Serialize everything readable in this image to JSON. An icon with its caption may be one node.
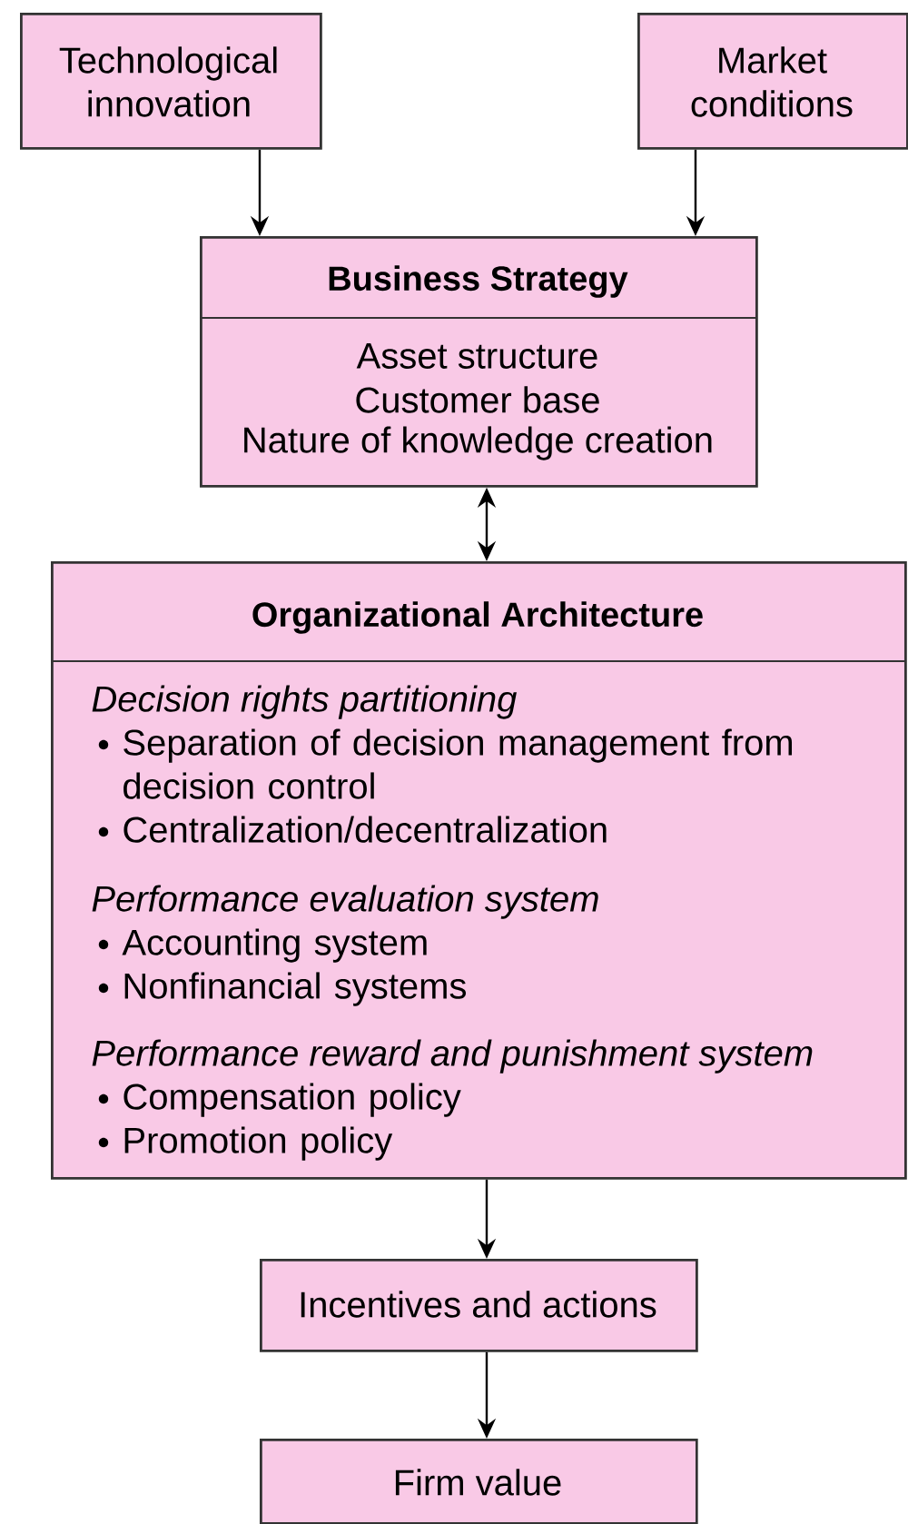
{
  "diagram": {
    "nodes": [
      {
        "text": [
          "Technological innovation"
        ]
      },
      {
        "text": [
          "Market conditions"
        ]
      },
      {
        "text": [
          "Business Strategy",
          "Asset structure",
          "Customer base",
          "Nature of knowledge creation"
        ]
      },
      {
        "text": [
          "Organizational Architecture",
          "Decision rights partitioning",
          "Separation of decision management from decision control",
          "Centralization/decentralization",
          "Performance evaluation system",
          "Accounting system",
          "Nonfinancial systems",
          "Performance reward and punishment system",
          "Compensation policy",
          "Promotion policy"
        ]
      },
      {
        "text": [
          "Incentives and actions"
        ]
      },
      {
        "text": [
          "Firm value"
        ]
      }
    ],
    "edges": [
      {
        "from": 0,
        "to": 2,
        "arrow": "to"
      },
      {
        "from": 1,
        "to": 2,
        "arrow": "to"
      },
      {
        "from": 2,
        "to": 3,
        "arrow": "both"
      },
      {
        "from": 3,
        "to": 4,
        "arrow": "to"
      },
      {
        "from": 4,
        "to": 5,
        "arrow": "to"
      }
    ]
  }
}
